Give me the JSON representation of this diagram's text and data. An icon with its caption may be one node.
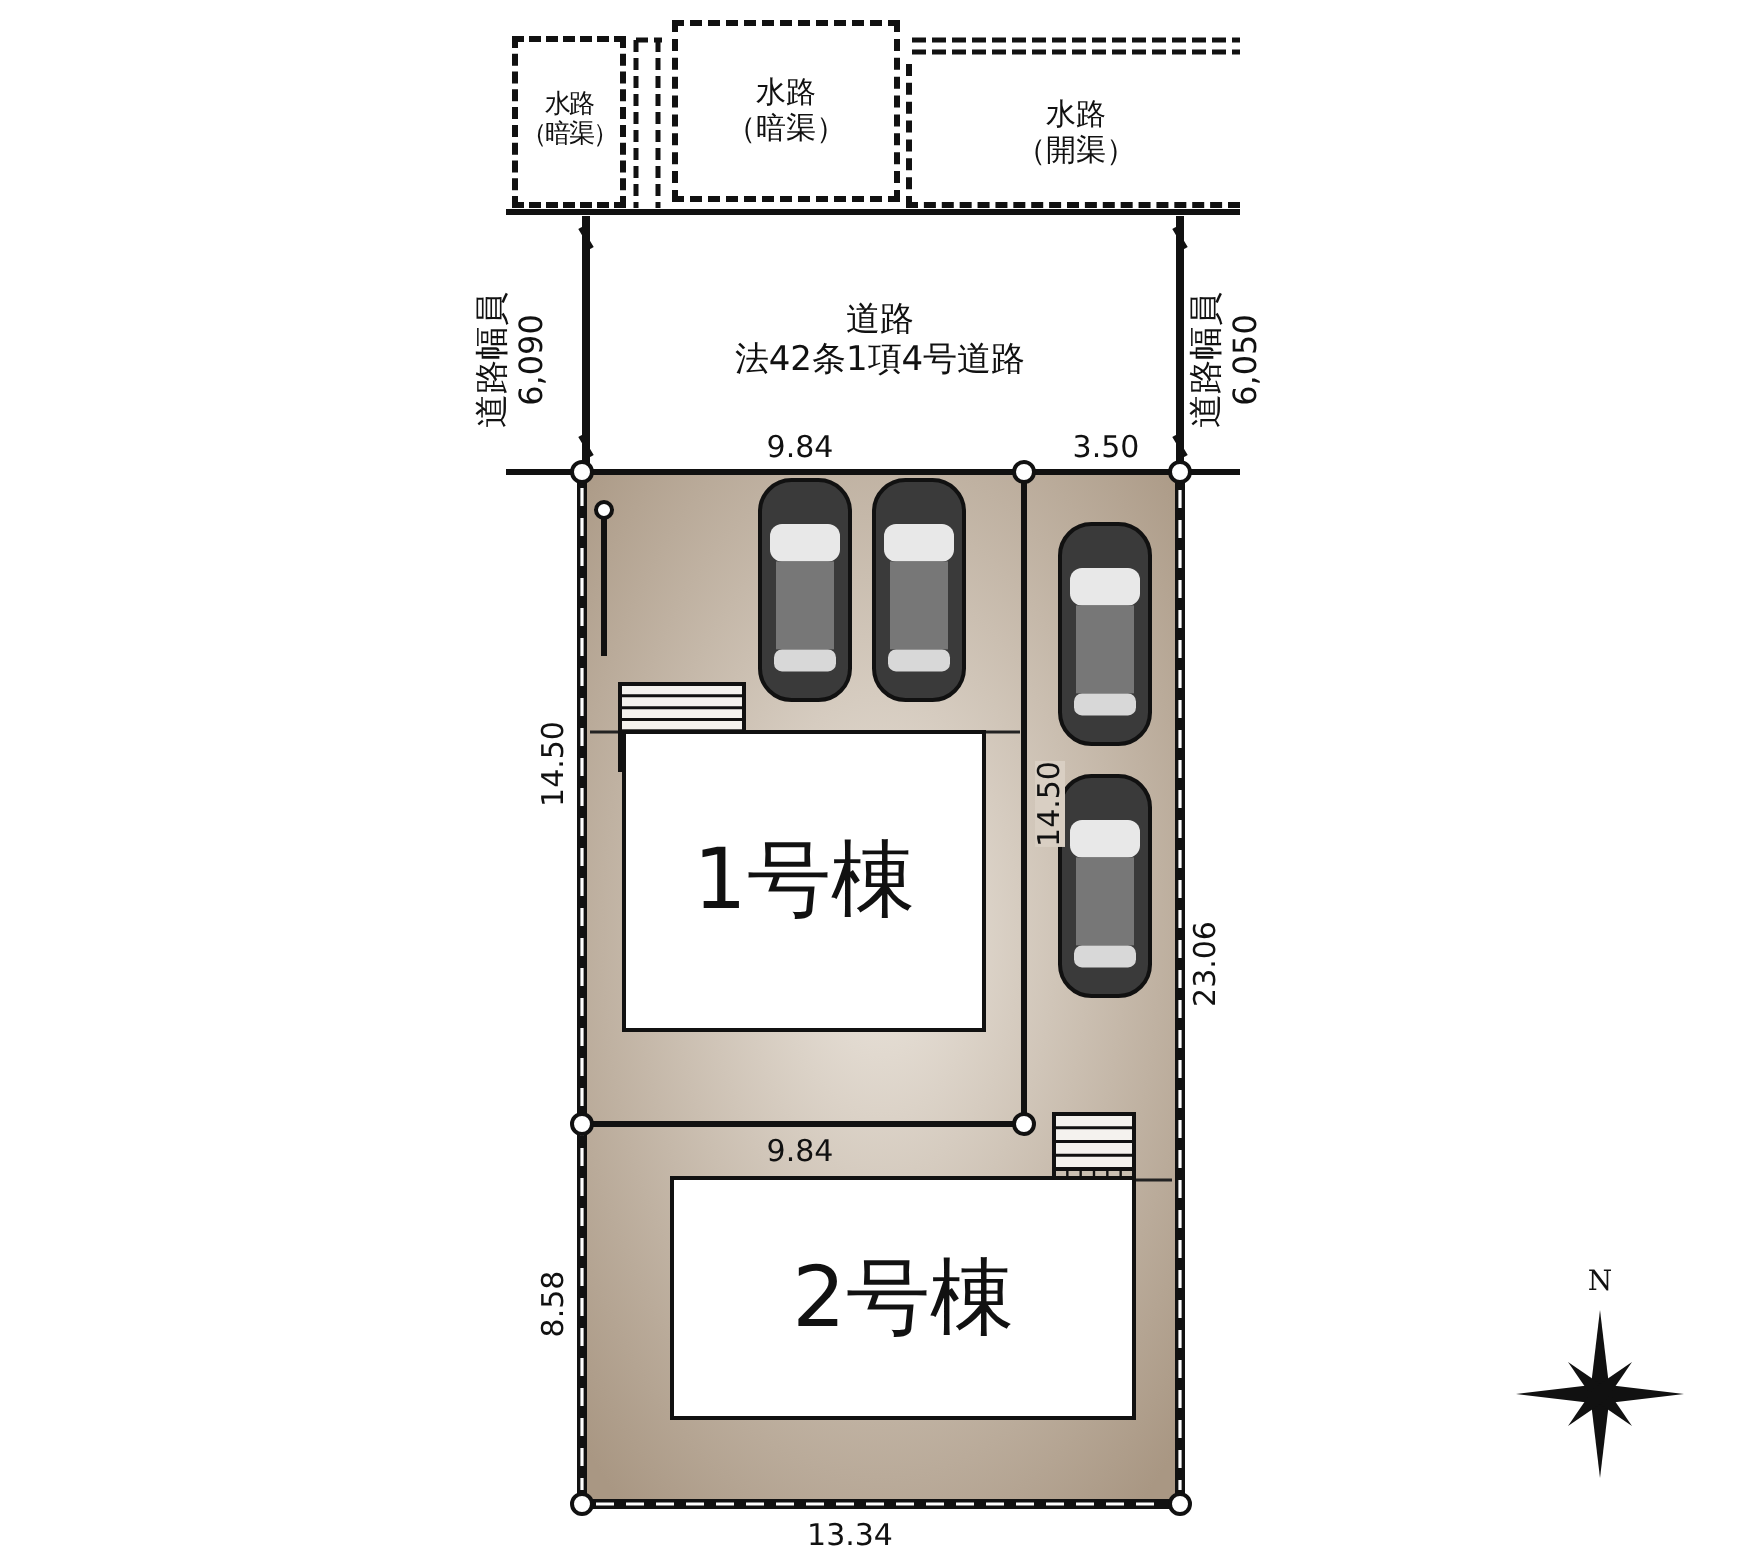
{
  "diagram": {
    "nodes": [
      {
        "text": [
          "水路（暗渠）"
        ]
      },
      {
        "text": [
          "水路（暗渠）"
        ]
      },
      {
        "text": [
          "水路（開渠）"
        ]
      },
      {
        "text": [
          "道路",
          "法42条1項4号道路"
        ]
      },
      {
        "text": [
          "1号棟"
        ]
      },
      {
        "text": [
          "2号棟"
        ]
      }
    ],
    "edges": [],
    "labels": [
      "道路幅員",
      "6,090",
      "道路幅員",
      "6,050",
      "9.84",
      "3.50",
      "14.50",
      "14.50",
      "23.06",
      "9.84",
      "8.58",
      "13.34",
      "N"
    ]
  }
}
